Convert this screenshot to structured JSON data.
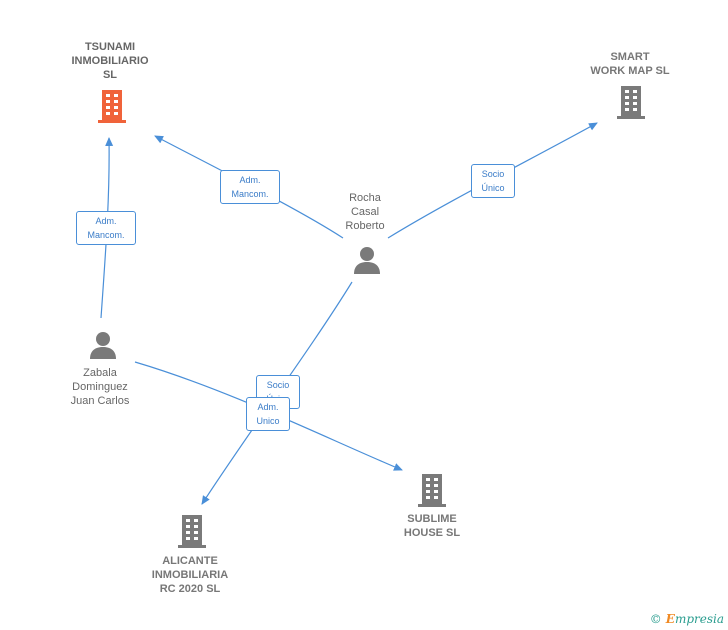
{
  "nodes": {
    "tsunami": {
      "label": "TSUNAMI\nINMOBILIARIO\nSL",
      "icon": "building-icon",
      "color": "#f0633a"
    },
    "smart": {
      "label": "SMART\nWORK MAP  SL",
      "icon": "building-icon",
      "color": "#7a7a7a"
    },
    "rocha": {
      "label": "Rocha\nCasal\nRoberto",
      "icon": "person-icon",
      "color": "#7a7a7a"
    },
    "zabala": {
      "label": "Zabala\nDominguez\nJuan Carlos",
      "icon": "person-icon",
      "color": "#7a7a7a"
    },
    "alicante": {
      "label": "ALICANTE\nINMOBILIARIA\nRC 2020  SL",
      "icon": "building-icon",
      "color": "#7a7a7a"
    },
    "sublime": {
      "label": "SUBLIME\nHOUSE  SL",
      "icon": "building-icon",
      "color": "#7a7a7a"
    }
  },
  "edges": {
    "rocha_tsunami": "Adm.\nMancom.",
    "rocha_smart": "Socio\nÚnico",
    "zabala_tsunami": "Adm.\nMancom.",
    "rocha_alicante": "Socio\nÚnico",
    "zabala_sublime": "Adm.\nUnico"
  },
  "colors": {
    "edge": "#4a8fd8",
    "highlight": "#f0633a",
    "node": "#7a7a7a"
  },
  "footer": {
    "copyright": "©",
    "brand_first": "E",
    "brand_rest": "mpresia"
  }
}
